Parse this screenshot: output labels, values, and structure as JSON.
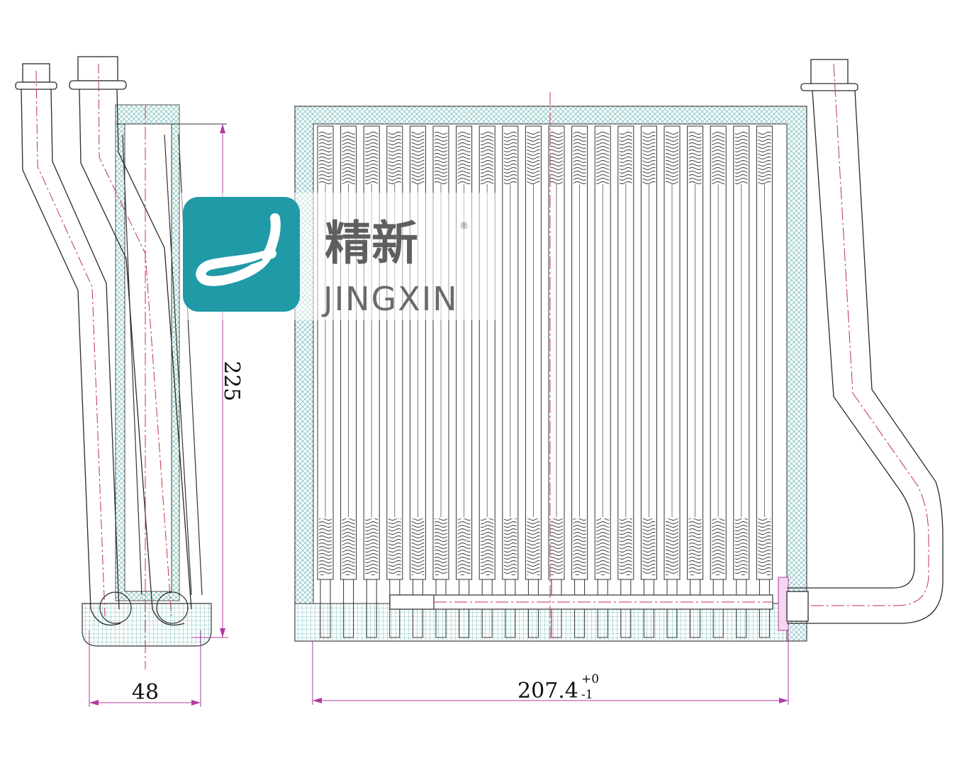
{
  "logo": {
    "cn": "精新",
    "en": "JINGXIN",
    "registered": "®"
  },
  "dimensions": {
    "height": "225",
    "depth": "48",
    "width": "207.4",
    "width_tol_upper": "+0",
    "width_tol_lower": "-1"
  },
  "colors": {
    "outline": "#2a2a2a",
    "hatch": "#6fb8b8",
    "dimension": "#b03aa0",
    "centerline": "#c03060",
    "logo_tile": "#1f9aa6"
  }
}
